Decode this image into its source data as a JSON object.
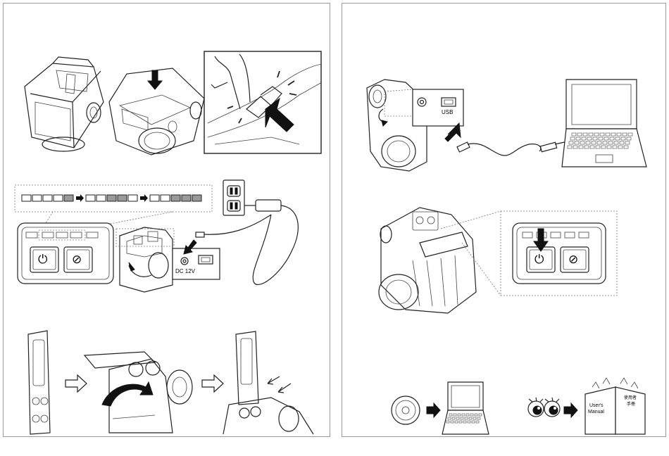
{
  "labels": {
    "dc_port": "DC 12V",
    "usb_port": "USB",
    "manual_title_line1": "User's",
    "manual_title_line2": "Manual",
    "manual_cn_line1": "使用者",
    "manual_cn_line2": "手冊"
  },
  "led_sequence": [
    [
      "empty",
      "empty",
      "empty",
      "grey"
    ],
    [
      "empty",
      "grey",
      "grey",
      "empty"
    ],
    [
      "empty",
      "grey",
      "grey",
      "grey"
    ]
  ],
  "colors": {
    "line": "#222222",
    "led_on": "#9a9a9a",
    "panel_border": "#9a9a9a"
  },
  "icons": [
    "power-icon",
    "feed-icon",
    "dc-jack-icon",
    "usb-port-icon",
    "wall-outlet-icon",
    "cd-icon",
    "laptop-icon",
    "eyes-icon",
    "manual-book-icon",
    "arrow-right-icon",
    "arrow-down-icon"
  ]
}
